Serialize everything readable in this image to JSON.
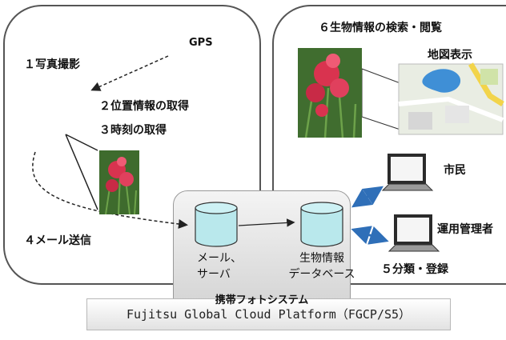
{
  "left_panel": {
    "gps_label": "GPS",
    "step1": "１写真撮影",
    "step2": "２位置情報の取得",
    "step3": "３時刻の取得",
    "step4": "４メール送信"
  },
  "right_panel": {
    "step6": "６生物情報の検索・閲覧",
    "map_label": "地図表示",
    "citizen_label": "市民",
    "admin_label": "運用管理者",
    "step5": "５分類・登録"
  },
  "system": {
    "mail_server_line1": "メール、",
    "mail_server_line2": "サーバ",
    "db_line1": "生物情報",
    "db_line2": "データベース",
    "system_label": "携帯フォトシステム"
  },
  "platform_label": "Fujitsu Global Cloud Platform（FGCP/S5）",
  "colors": {
    "cylinder_fill": "#b9e8ec",
    "arrow_blue": "#2f6fb8",
    "panel_border": "#555555",
    "flower_red": "#d9334f"
  },
  "icons": [
    "cylinder-icon",
    "laptop-icon",
    "map-icon",
    "flower-photo-icon"
  ]
}
